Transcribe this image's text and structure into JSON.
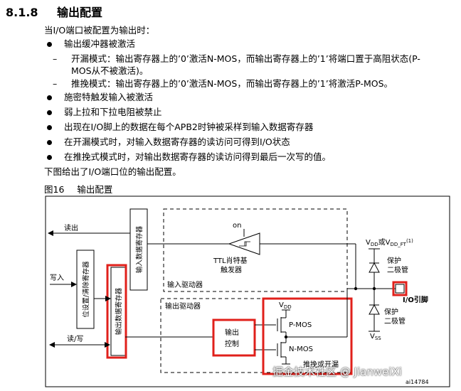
{
  "section": {
    "number": "8.1.8",
    "title": "输出配置"
  },
  "intro": "当I/O端口被配置为输出时：",
  "bullets": [
    "输出缓冲器被激活",
    "施密特触发输入被激活",
    "弱上拉和下拉电阻被禁止",
    "出现在I/O脚上的数据在每个APB2时钟被采样到输入数据寄存器",
    "在开漏模式时，对输入数据寄存器的读访问可得到I/O状态",
    "在推挽式模式时，对输出数据寄存器的读访问得到最后一次写的值。"
  ],
  "sub_bullets": {
    "dash": "–",
    "open_drain_line1": "开漏模式：输出寄存器上的’0’激活N-MOS，而输出寄存器上的’1’将端口置于高阻状态(P-",
    "open_drain_line2": "MOS从不被激活)。",
    "push_pull": "推挽模式：输出寄存器上的’0’激活N-MOS，而输出寄存器上的’1’将激活P-MOS。"
  },
  "figure_intro": "下图给出了I/O端口位的输出配置。",
  "figure": {
    "number": "图16",
    "caption": "输出配置"
  },
  "diagram": {
    "read_out": "读出",
    "write_in": "写入",
    "read_write": "读/写",
    "input_data_register": "输入数据寄存器",
    "bit_set_reset_register": "位设置/清除寄存器",
    "output_data_register": "输出数据寄存器",
    "on_label": "on",
    "ttl_schmitt_line1": "TTL肖特基",
    "ttl_schmitt_line2": "触发器",
    "input_driver": "输入驱动器",
    "output_driver": "输出驱动器",
    "output_control_line1": "输出",
    "output_control_line2": "控制",
    "vdd": "V",
    "vdd_sub": "DD",
    "vss": "V",
    "vss_sub": "SS",
    "pmos": "P-MOS",
    "nmos": "N-MOS",
    "push_pull_open_drain": "推挽或开漏",
    "vdd_or_vddft_prefix": "V",
    "vdd_or_vddft_sub1": "DD",
    "vdd_or_vddft_mid": "或V",
    "vdd_or_vddft_sub2": "DD_FT",
    "vdd_or_vddft_sup": "(1)",
    "protect_diode_line1": "保护",
    "protect_diode_line2": "二极管",
    "io_pin": "I/O引脚",
    "figure_id": "ai14784",
    "highlight_color": "#e0201b"
  },
  "watermark": "掘金技术社区 @ JianweiXi"
}
